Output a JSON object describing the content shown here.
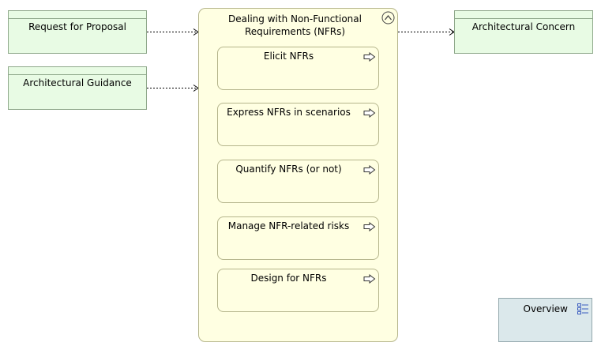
{
  "business_objects": {
    "rfp": "Request for Proposal",
    "guidance": "Architectural Guidance",
    "concern": "Architectural Concern"
  },
  "process": {
    "title": "Dealing with Non-Functional Requirements (NFRs)",
    "steps": [
      "Elicit NFRs",
      "Express NFRs in scenarios",
      "Quantify NFRs (or not)",
      "Manage NFR-related risks",
      "Design for NFRs"
    ]
  },
  "overview": {
    "label": "Overview"
  },
  "colors": {
    "business_object_fill": "#e8fbe4",
    "process_fill": "#ffffe2",
    "overview_fill": "#dbe8eb"
  },
  "icons": {
    "collapse": "chevron-up-icon",
    "process_step": "arrow-right-icon",
    "overview": "list-view-icon"
  }
}
